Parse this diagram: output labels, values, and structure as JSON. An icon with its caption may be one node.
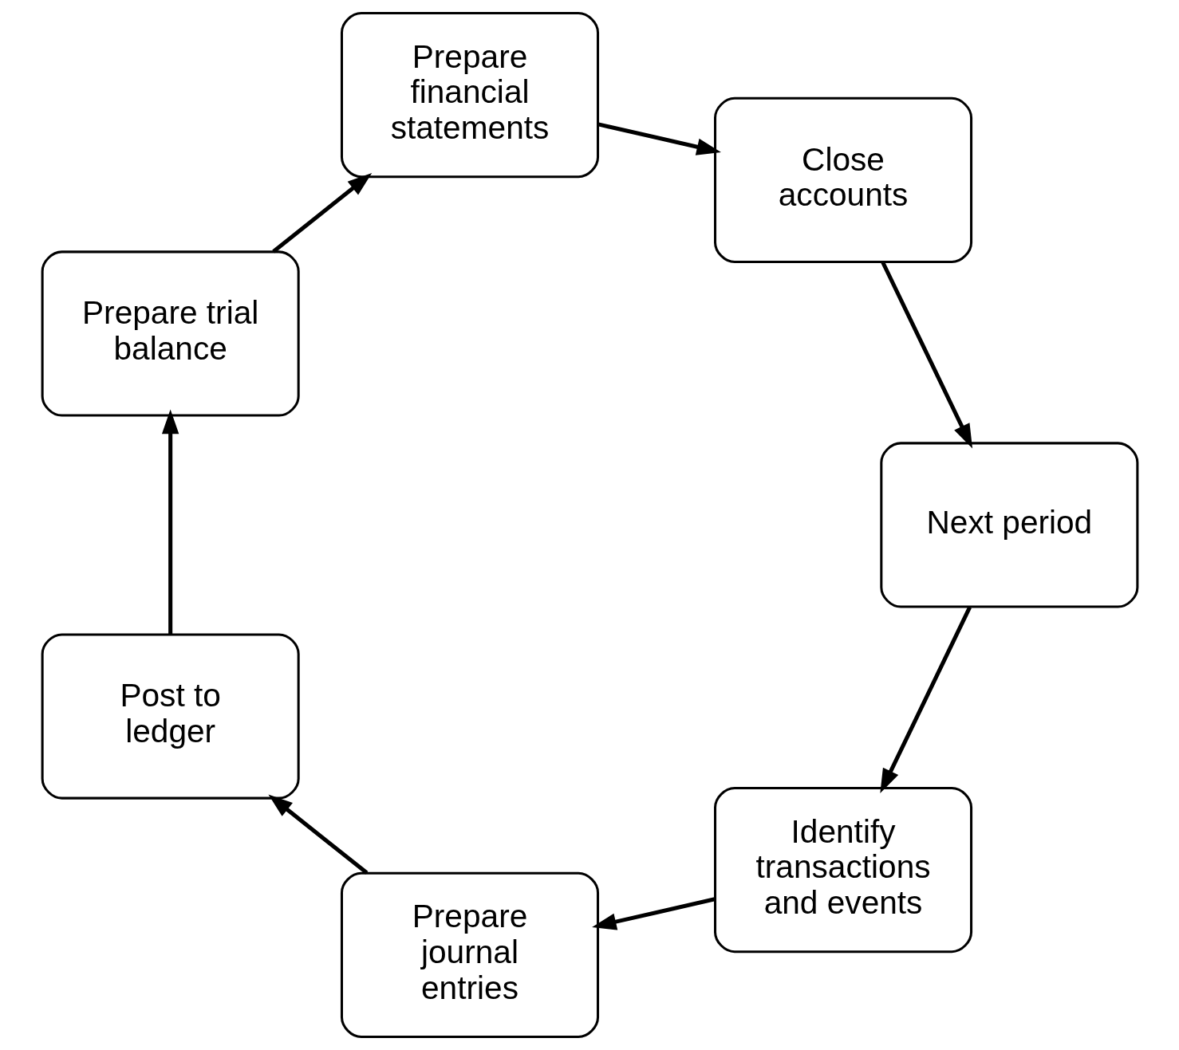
{
  "diagram": {
    "nodes": [
      {
        "text": [
          "Identify transactions and events"
        ]
      },
      {
        "text": [
          "Next period"
        ]
      },
      {
        "text": [
          "Prepare journal entries"
        ]
      },
      {
        "text": [
          "Close accounts"
        ]
      },
      {
        "text": [
          "Post to ledger"
        ]
      },
      {
        "text": [
          "Prepare financial statements"
        ]
      },
      {
        "text": [
          "Prepare trial balance"
        ]
      }
    ],
    "edges": [
      {
        "from": 0,
        "to": 2,
        "arrow": "to"
      },
      {
        "from": 2,
        "to": 4,
        "arrow": "to"
      },
      {
        "from": 4,
        "to": 6,
        "arrow": "to"
      },
      {
        "from": 6,
        "to": 5,
        "arrow": "to"
      },
      {
        "from": 5,
        "to": 3,
        "arrow": "to"
      },
      {
        "from": 3,
        "to": 1,
        "arrow": "to"
      },
      {
        "from": 1,
        "to": 0,
        "arrow": "to"
      }
    ]
  }
}
